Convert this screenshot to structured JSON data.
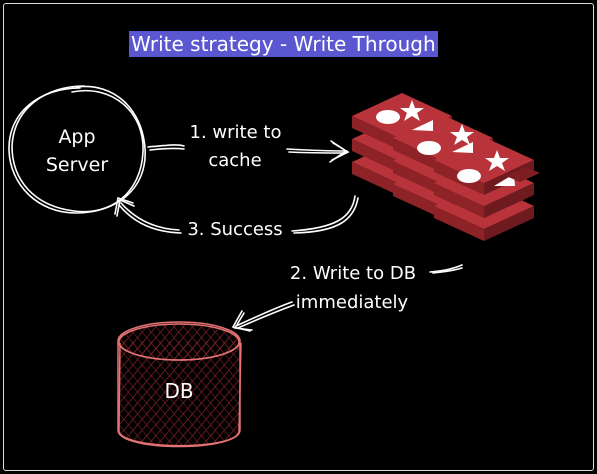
{
  "title": "Write strategy - Write Through",
  "app_server": {
    "line1": "App",
    "line2": "Server"
  },
  "steps": {
    "write_to_cache_line1": "1. write to",
    "write_to_cache_line2": "cache",
    "success": "3. Success",
    "write_db_line1": "2. Write to DB",
    "write_db_line2": "immediately"
  },
  "database": {
    "label": "DB"
  },
  "colors": {
    "background": "#000000",
    "title_highlight": "#5b57d1",
    "cache_red": "#a32a2e",
    "db_outline": "#e57373"
  },
  "icons": {
    "cache": "redis-cache-stack-icon",
    "database": "database-cylinder-icon"
  }
}
